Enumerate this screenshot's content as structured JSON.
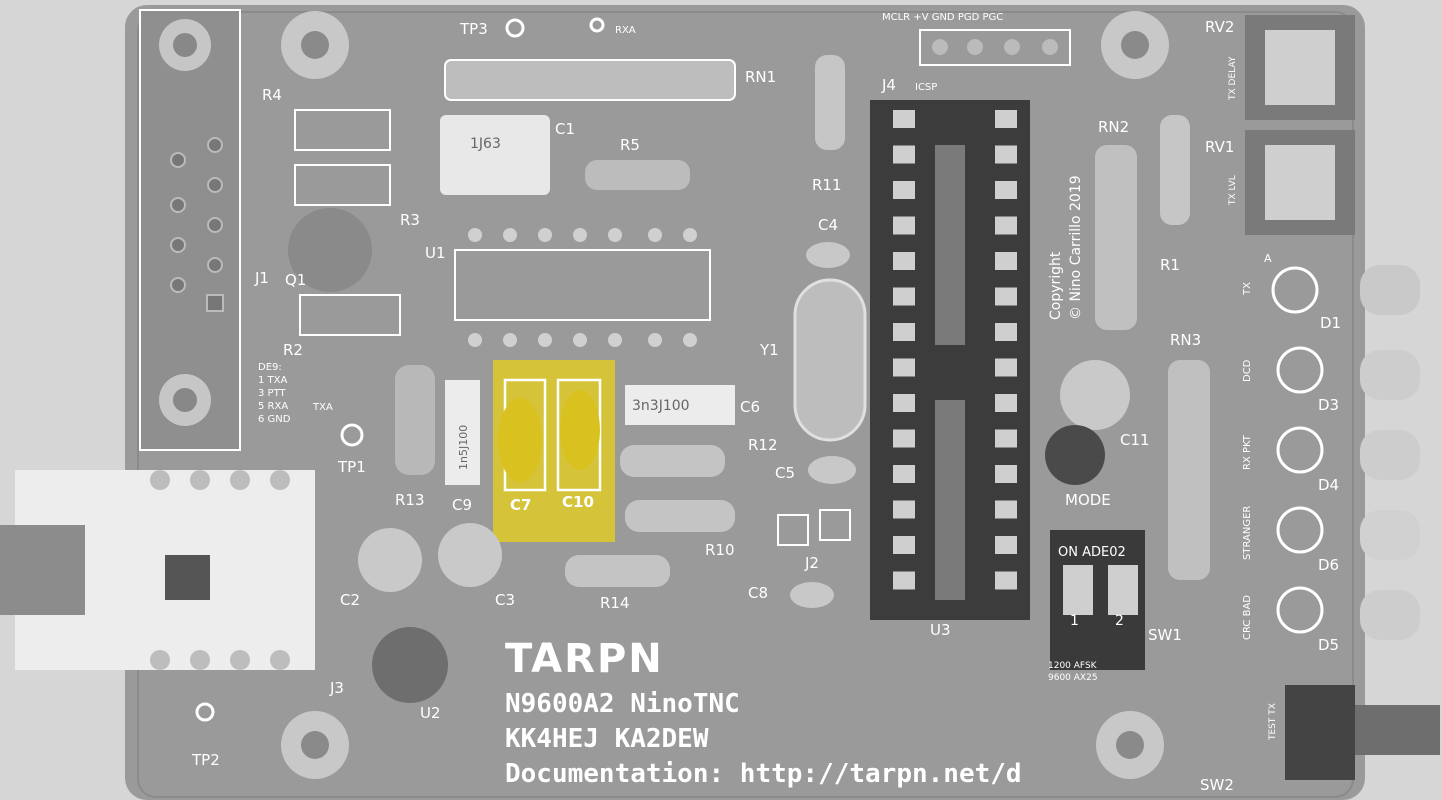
{
  "board": {
    "logo": "TARPN",
    "model": "N9600A2 NinoTNC",
    "callsigns": "KK4HEJ KA2DEW",
    "documentation": "Documentation: http://tarpn.net/d",
    "copyright_line1": "Copyright",
    "copyright_line2": "© Nino Carrillo 2019"
  },
  "labels": {
    "tp3": "TP3",
    "rxa_top": "RXA",
    "rn1": "RN1",
    "r4": "R4",
    "c1": "C1",
    "c1_marking": "1J63",
    "r5": "R5",
    "r3": "R3",
    "u1": "U1",
    "j1": "J1",
    "q1": "Q1",
    "r2": "R2",
    "pinout_title": "DE9:",
    "pin1": "1 TXA",
    "pin3": "3 PTT",
    "pin5": "5 RXA",
    "pin6": "6 GND",
    "txa": "TXA",
    "tp1": "TP1",
    "r13": "R13",
    "c9": "C9",
    "c9_marking": "1n5J100",
    "c7": "C7",
    "c10": "C10",
    "c6": "C6",
    "c6_marking": "3n3J100",
    "r12": "R12",
    "c5": "C5",
    "r10": "R10",
    "r14": "R14",
    "c2": "C2",
    "c3": "C3",
    "j3": "J3",
    "u2": "U2",
    "tp2": "TP2",
    "r11": "R11",
    "c4": "C4",
    "y1": "Y1",
    "j2": "J2",
    "c8": "C8",
    "icsp_header": "MCLR +V GND PGD PGC",
    "j4": "J4",
    "icsp": "ICSP",
    "u3": "U3",
    "rn2": "RN2",
    "r1": "R1",
    "rn3": "RN3",
    "c11": "C11",
    "mode": "MODE",
    "switch_marking": "ON ADE02",
    "sw1": "SW1",
    "sw_pos1": "1",
    "sw_pos2": "2",
    "baud1": "1200 AFSK",
    "baud2": "9600 AX25",
    "rv2": "RV2",
    "rv2_func": "TX DELAY",
    "rv1": "RV1",
    "rv1_func": "TX LVL",
    "d1": "D1",
    "d1_func": "TX",
    "d3": "D3",
    "d3_func": "DCD",
    "d4": "D4",
    "d4_func": "RX PKT",
    "d6": "D6",
    "d6_func": "STRANGER",
    "d5": "D5",
    "d5_func": "CRC BAD",
    "sw2": "SW2",
    "sw2_func": "TEST TX",
    "anode_a": "A"
  },
  "highlight": {
    "label": "C7 C10 highlighted region",
    "color": "#e8d21a"
  },
  "colors": {
    "board": "#9a9a9a",
    "background": "#d9d9d9",
    "silkscreen": "#ffffff",
    "highlight": "#e8d21a"
  }
}
